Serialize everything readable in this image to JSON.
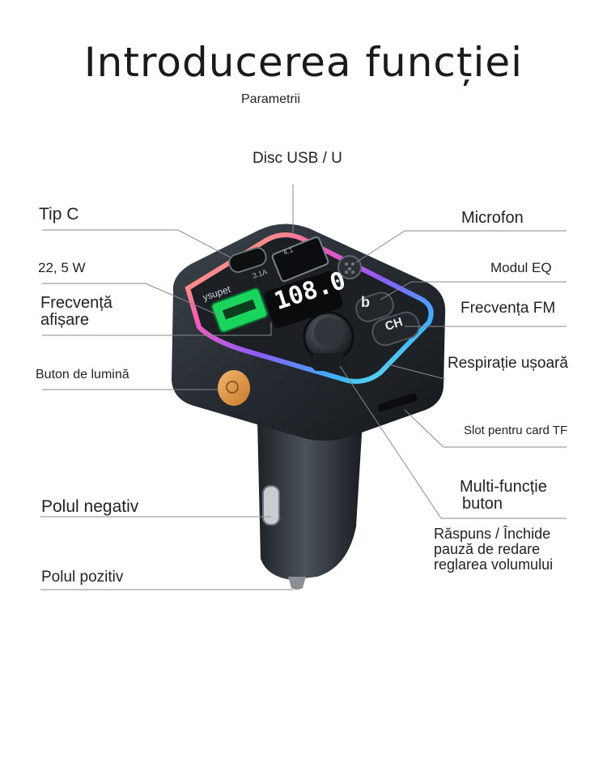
{
  "title": "Introducerea funcției",
  "subtitle": "Parametrii",
  "labels": {
    "usb_disk": "Disc USB / U",
    "type_c": "Tip C",
    "power": "22, 5 W",
    "display_freq_1": "Frecvență",
    "display_freq_2": "afișare",
    "light_button": "Buton de lumină",
    "negative_pole": "Polul negativ",
    "positive_pole": "Polul pozitiv",
    "microphone": "Microfon",
    "eq_mode": "Modul EQ",
    "fm_frequency": "Frecvența FM",
    "breathing_light": "Respirație ușoară",
    "tf_slot": "Slot pentru card TF",
    "multi_1": "Multi-funcție",
    "multi_2": "buton",
    "answer_1": "Răspuns / Închide",
    "answer_2": "pauză de redare",
    "answer_3": "reglarea volumului"
  },
  "device": {
    "brand": "ysupet",
    "display_value": "108.0",
    "port_c_rating": "3.1A",
    "port_a_rating": "4.1",
    "btn_b": "b",
    "btn_ch": "CH"
  }
}
